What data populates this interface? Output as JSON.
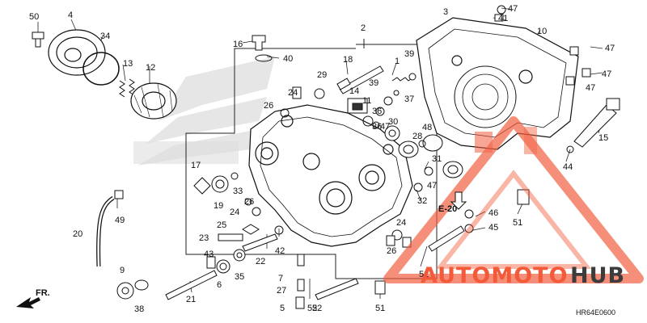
{
  "diagram": {
    "code": "HR64E0600",
    "ref_label": "E-20",
    "front_label": "FR.",
    "callouts": [
      "50",
      "4",
      "34",
      "13",
      "12",
      "16",
      "40",
      "2",
      "18",
      "1",
      "39",
      "39",
      "37",
      "3",
      "47",
      "41",
      "10",
      "47",
      "47",
      "47",
      "29",
      "24",
      "26",
      "14",
      "11",
      "36",
      "36",
      "30",
      "47",
      "48",
      "28",
      "15",
      "44",
      "31",
      "47",
      "32",
      "17",
      "19",
      "33",
      "26",
      "24",
      "25",
      "23",
      "43",
      "6",
      "35",
      "22",
      "42",
      "7",
      "27",
      "5",
      "52",
      "21",
      "9",
      "38",
      "20",
      "49",
      "26",
      "24",
      "52",
      "46",
      "45",
      "51",
      "51",
      "52"
    ]
  },
  "watermark": {
    "word1": "AUTOMOTO",
    "word2": "HUB",
    "accent_color": "#f25a3a",
    "dark_color": "#3c3c3c"
  }
}
